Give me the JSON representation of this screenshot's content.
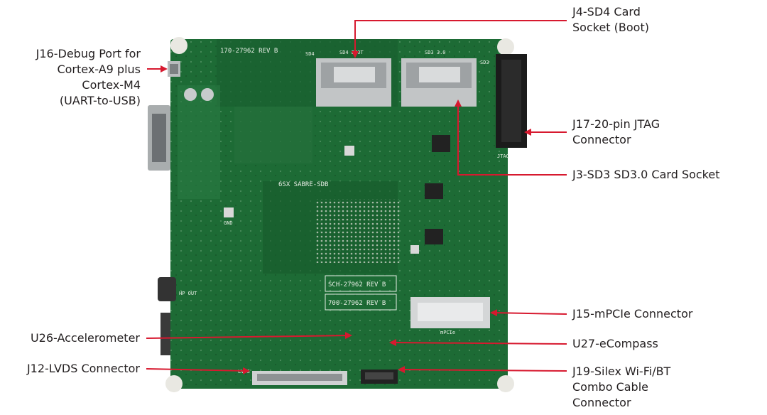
{
  "colors": {
    "pcb": "#1d6b35",
    "pcb_dark": "#134d24",
    "pcb_light": "#2f8a4a",
    "arrow": "#d7192f",
    "silk": "#e8efe6",
    "metal": "#b9bcbe",
    "standoff": "#e9e8e2"
  },
  "silkscreen": {
    "board_id": "170-27962 REV B",
    "board_name": "6SX SABRE-SDB",
    "sch_id": "SCH-27962 REV B",
    "pcb_id": "700-27962 REV B",
    "sd4": "SD4 BOOT",
    "sd3": "SD3 3.0",
    "sd4_short": "SD4",
    "sd3_short": "SD3",
    "mpcie": "mPCIe",
    "lvds": "LVDS",
    "hp_out": "HP OUT",
    "gnd": "GND",
    "jtag_label": "JTAG"
  },
  "labels": {
    "j16": [
      "J16-Debug Port for",
      "Cortex-A9 plus",
      "Cortex-M4",
      "(UART-to-USB)"
    ],
    "u26": [
      "U26-Accelerometer"
    ],
    "j12": [
      "J12-LVDS Connector"
    ],
    "j4": [
      "J4-SD4 Card",
      "Socket (Boot)"
    ],
    "j17": [
      "J17-20-pin JTAG",
      "Connector"
    ],
    "j3": [
      "J3-SD3 SD3.0 Card Socket"
    ],
    "j15": [
      "J15-mPCIe Connector"
    ],
    "u27": [
      "U27-eCompass"
    ],
    "j19": [
      "J19-Silex Wi-Fi/BT",
      "Combo Cable",
      "Connector"
    ]
  }
}
